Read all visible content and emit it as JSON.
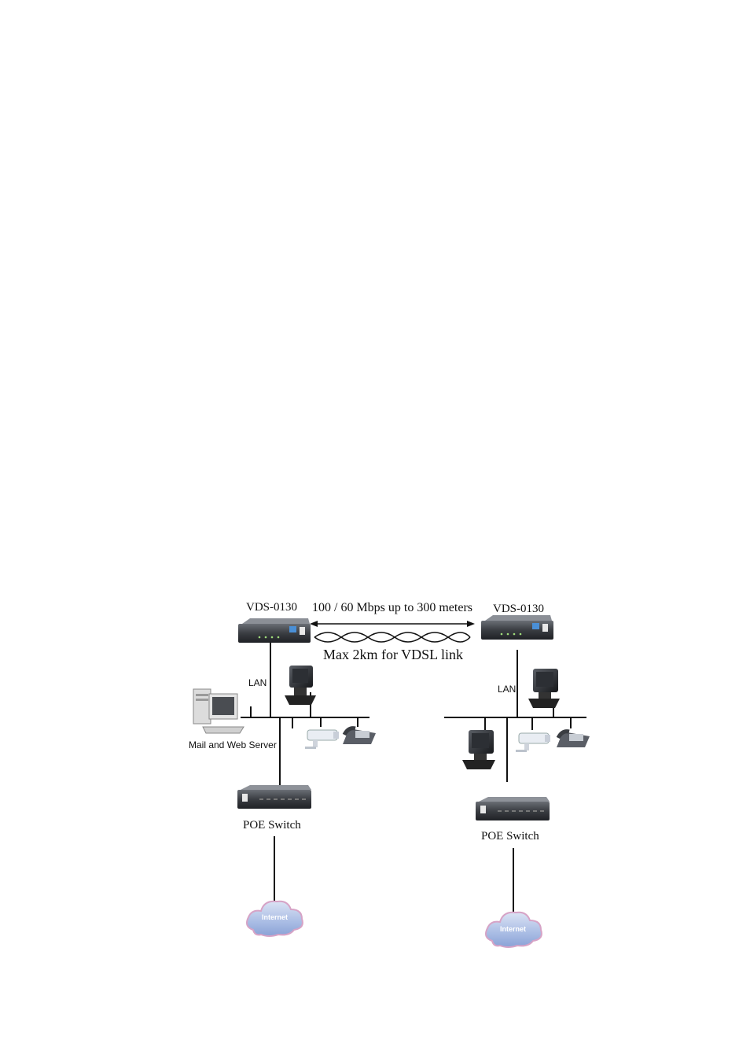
{
  "left": {
    "device_label": "VDS-0130",
    "lan_label": "LAN",
    "server_label": "Mail and Web Server",
    "switch_label": "POE Switch",
    "cloud_label": "Internet"
  },
  "right": {
    "device_label": "VDS-0130",
    "lan_label": "LAN",
    "switch_label": "POE Switch",
    "cloud_label": "Internet"
  },
  "link": {
    "speed_label": "100 / 60 Mbps up to 300 meters",
    "distance_label": "Max 2km for VDSL link"
  },
  "colors": {
    "device_body": "#3a3d42",
    "cloud_fill": "#b7c6e6",
    "cloud_edge": "#d9a8c8"
  }
}
